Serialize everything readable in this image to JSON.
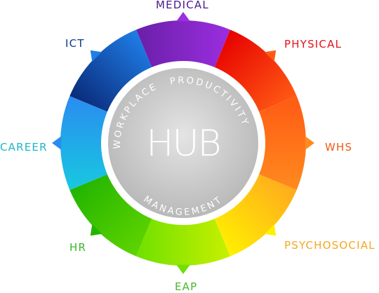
{
  "hub": {
    "center": "HUB",
    "arc_top_left": "WORKPLACE",
    "arc_top_right": "PRODUCTIVITY",
    "arc_bottom": "MANAGEMENT"
  },
  "segments": [
    {
      "key": "medical",
      "label": "MEDICAL",
      "color_from": "#6a1fa8",
      "color_to": "#9b2ee0",
      "label_color": "#4a1a8c"
    },
    {
      "key": "physical",
      "label": "PHYSICAL",
      "color_from": "#e60000",
      "color_to": "#ff5a14",
      "label_color": "#e3131b"
    },
    {
      "key": "whs",
      "label": "WHS",
      "color_from": "#ff5a14",
      "color_to": "#ff8a1e",
      "label_color": "#f05a17"
    },
    {
      "key": "psychosocial",
      "label": "PSYCHOSOCIAL",
      "color_from": "#ffaa1e",
      "color_to": "#fff000",
      "label_color": "#f5a623"
    },
    {
      "key": "eap",
      "label": "EAP",
      "color_from": "#c8f000",
      "color_to": "#6fe000",
      "label_color": "#48b82a"
    },
    {
      "key": "hr",
      "label": "HR",
      "color_from": "#5fd400",
      "color_to": "#22b400",
      "label_color": "#35b82a"
    },
    {
      "key": "career",
      "label": "CAREER",
      "color_from": "#18c8e0",
      "color_to": "#2a8cf0",
      "label_color": "#1fb5c8"
    },
    {
      "key": "ict",
      "label": "ICT",
      "color_from": "#0a2a78",
      "color_to": "#1f7ee8",
      "label_color": "#0a3a8a"
    }
  ]
}
